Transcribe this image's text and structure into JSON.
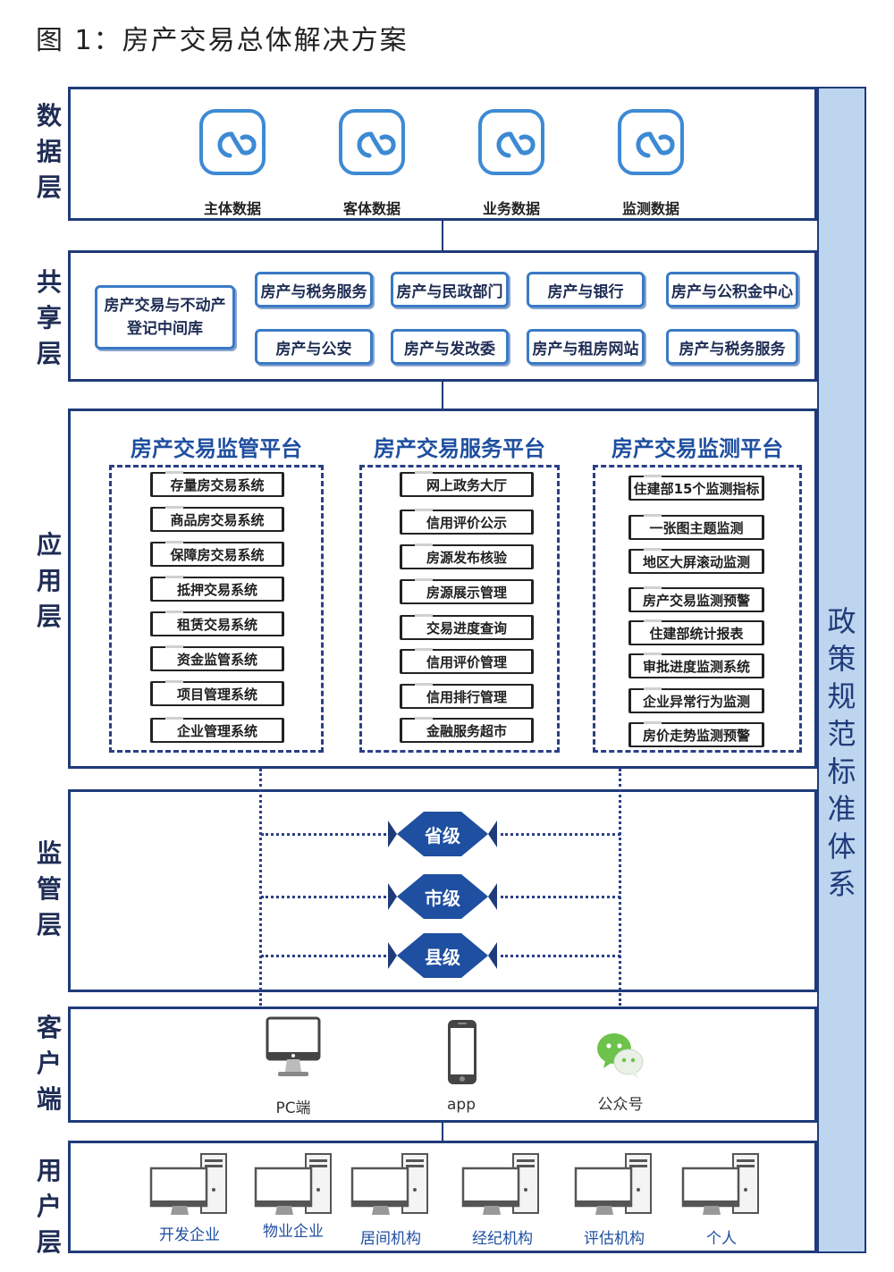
{
  "figure_title": "图 1：房产交易总体解决方案",
  "policy": {
    "label": "政策规范标准体系"
  },
  "layers": {
    "data": {
      "label": "数据层",
      "items": [
        {
          "label": "主体数据",
          "icon": "cloud-link-icon"
        },
        {
          "label": "客体数据",
          "icon": "cloud-link-icon"
        },
        {
          "label": "业务数据",
          "icon": "cloud-link-icon"
        },
        {
          "label": "监测数据",
          "icon": "cloud-link-icon"
        }
      ]
    },
    "shared": {
      "label": "共享层",
      "main": "房产交易与不动产\n登记中间库",
      "row1": [
        "房产与税务服务",
        "房产与民政部门",
        "房产与银行",
        "房产与公积金中心"
      ],
      "row2": [
        "房产与公安",
        "房产与发改委",
        "房产与租房网站",
        "房产与税务服务"
      ]
    },
    "application": {
      "label": "应用层",
      "platforms": [
        {
          "title": "房产交易监管平台",
          "systems": [
            "存量房交易系统",
            "商品房交易系统",
            "保障房交易系统",
            "抵押交易系统",
            "租赁交易系统",
            "资金监管系统",
            "项目管理系统",
            "企业管理系统"
          ]
        },
        {
          "title": "房产交易服务平台",
          "systems": [
            "网上政务大厅",
            "信用评价公示",
            "房源发布核验",
            "房源展示管理",
            "交易进度查询",
            "信用评价管理",
            "信用排行管理",
            "金融服务超市"
          ]
        },
        {
          "title": "房产交易监测平台",
          "systems": [
            "住建部15个监测指标",
            "一张图主题监测",
            "地区大屏滚动监测",
            "房产交易监测预警",
            "住建部统计报表",
            "审批进度监测系统",
            "企业异常行为监测",
            "房价走势监测预警"
          ]
        }
      ]
    },
    "supervision": {
      "label": "监管层",
      "levels": [
        "省级",
        "市级",
        "县级"
      ]
    },
    "client": {
      "label": "客户端",
      "items": [
        {
          "label": "PC端",
          "icon": "monitor-icon"
        },
        {
          "label": "app",
          "icon": "smartphone-icon"
        },
        {
          "label": "公众号",
          "icon": "wechat-icon"
        }
      ]
    },
    "user": {
      "label": "用户层",
      "items": [
        "开发企业",
        "物业企业",
        "居间机构",
        "经纪机构",
        "评估机构",
        "个人"
      ]
    }
  },
  "colors": {
    "frame": "#1f3b7a",
    "accent": "#3d8ad4",
    "policy_bg": "#bdd5ee",
    "level_fill": "#1f4fa0"
  }
}
